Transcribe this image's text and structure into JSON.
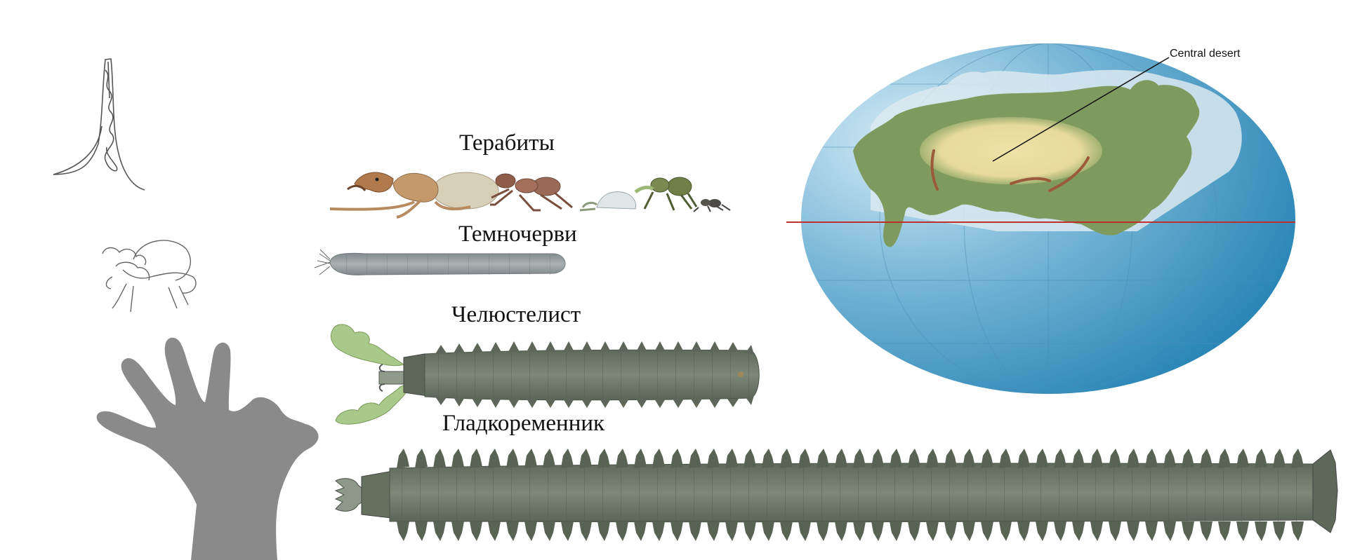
{
  "labels": {
    "terabity": "Терабиты",
    "temnochervi": "Темночерви",
    "chelyustelist": "Челюстелист",
    "gladkoremennik": "Гладкоременник"
  },
  "map": {
    "annotation": "Central desert"
  },
  "colors": {
    "ocean_dark": "#2a86b6",
    "ocean_light": "#d6ecf6",
    "land": "#7f9a5e",
    "desert": "#eee1a2",
    "ice": "#dbe9f0",
    "mountains": "#9b5a3a",
    "equator": "#c0302b",
    "worm_body": "#6f7a6a",
    "temnocherv_body": "#9aa3a4",
    "hand": "#8c8c8c",
    "leaf": "#a9c98a"
  },
  "icons": {
    "hand": "hand-silhouette-icon",
    "sketch_tower": "termite-mound-sketch-icon",
    "sketch_creature": "creature-sketch-icon"
  }
}
